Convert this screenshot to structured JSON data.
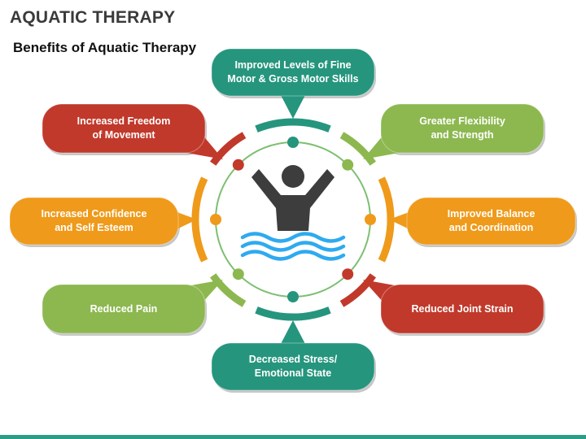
{
  "header": {
    "title": "AQUATIC THERAPY",
    "subtitle": "Benefits of Aquatic Therapy"
  },
  "colors": {
    "teal": "#26957d",
    "light_green": "#8cb84f",
    "orange": "#ef9a1a",
    "red": "#c1392b",
    "figure": "#3d3d3d",
    "water": "#2eaaf0",
    "ring": "#7dbf72"
  },
  "icons": {
    "center": "swimmer-icon",
    "water": "water-waves-icon"
  },
  "benefits": [
    {
      "id": "top",
      "color": "teal",
      "lines": [
        "Improved Levels of Fine",
        "Motor & Gross Motor Skills"
      ]
    },
    {
      "id": "upper-right",
      "color": "light_green",
      "lines": [
        "Greater Flexibility",
        "and Strength"
      ]
    },
    {
      "id": "middle-right",
      "color": "orange",
      "lines": [
        "Improved Balance",
        "and Coordination"
      ]
    },
    {
      "id": "lower-right",
      "color": "red",
      "lines": [
        "Reduced Joint Strain"
      ]
    },
    {
      "id": "bottom",
      "color": "teal",
      "lines": [
        "Decreased Stress/",
        "Emotional State"
      ]
    },
    {
      "id": "lower-left",
      "color": "light_green",
      "lines": [
        "Reduced Pain"
      ]
    },
    {
      "id": "middle-left",
      "color": "orange",
      "lines": [
        "Increased Confidence",
        "and Self Esteem"
      ]
    },
    {
      "id": "upper-left",
      "color": "red",
      "lines": [
        "Increased Freedom",
        "of Movement"
      ]
    }
  ]
}
